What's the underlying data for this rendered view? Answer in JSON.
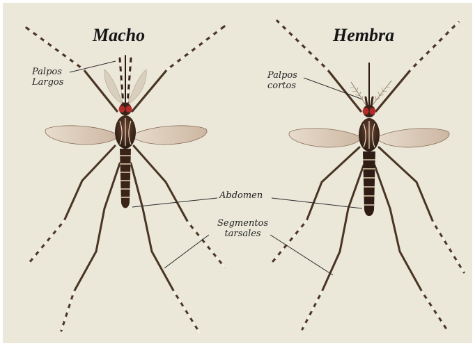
{
  "male": {
    "title": "Macho",
    "palps_label": [
      "Palpos",
      "Largos"
    ]
  },
  "female": {
    "title": "Hembra",
    "palps_label": [
      "Palpos",
      "cortos"
    ]
  },
  "labels": {
    "abdomen": "Abdomen",
    "tarsal": [
      "Segmentos",
      "tarsales"
    ]
  },
  "colors": {
    "background": "#ebe8da",
    "leg": "#4a3424",
    "leg_band": "#f4f1e6",
    "body_dark": "#2a1a14",
    "body_mid": "#5b3a28",
    "wing": "#d9c8b6",
    "eye": "#b22d2a",
    "leader_line": "#2a2a2a"
  }
}
